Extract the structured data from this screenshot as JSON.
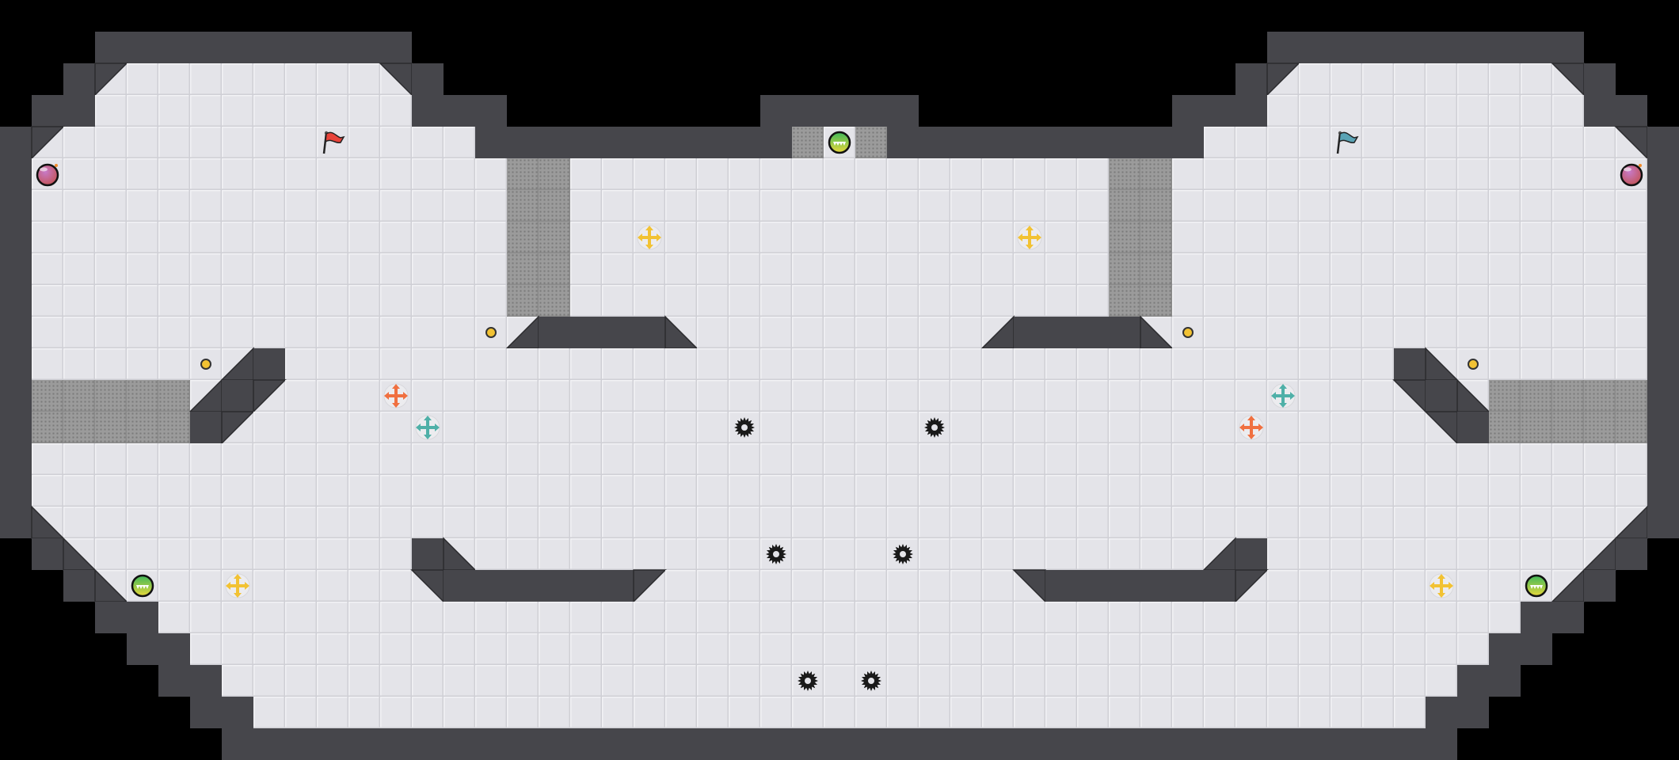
{
  "game": {
    "map_size_tiles": {
      "cols": 53,
      "rows": 24
    },
    "colors": {
      "background": "#000000",
      "floor": "#e4e4e9",
      "floor_line": "#cfcfd5",
      "wall": "#46464b",
      "wall_edge": "#2b2b2e",
      "gate": "#9b9b9b",
      "gate_dot": "#7a7a7a",
      "red_team": "#e8433a",
      "blue_team": "#5aa3b5",
      "boost_yellow": "#f2c233",
      "boost_red": "#f07040",
      "boost_blue": "#4fb0a8",
      "bomb": "#9c4d9e",
      "powerup": "#7cc444",
      "button": "#f2c233",
      "spike": "#1a1a1a"
    },
    "entities": [
      {
        "type": "red-flag",
        "team": "red"
      },
      {
        "type": "blue-flag",
        "team": "blue"
      },
      {
        "type": "bomb"
      },
      {
        "type": "bomb"
      },
      {
        "type": "powerup"
      },
      {
        "type": "powerup"
      },
      {
        "type": "powerup"
      },
      {
        "type": "boost",
        "team": "neutral"
      },
      {
        "type": "boost",
        "team": "neutral"
      },
      {
        "type": "boost",
        "team": "neutral"
      },
      {
        "type": "boost",
        "team": "neutral"
      },
      {
        "type": "boost",
        "team": "red"
      },
      {
        "type": "boost",
        "team": "red"
      },
      {
        "type": "boost",
        "team": "blue"
      },
      {
        "type": "boost",
        "team": "blue"
      },
      {
        "type": "button"
      },
      {
        "type": "button"
      },
      {
        "type": "button"
      },
      {
        "type": "button"
      },
      {
        "type": "spike"
      },
      {
        "type": "spike"
      },
      {
        "type": "spike"
      },
      {
        "type": "spike"
      },
      {
        "type": "spike"
      },
      {
        "type": "spike"
      }
    ]
  }
}
